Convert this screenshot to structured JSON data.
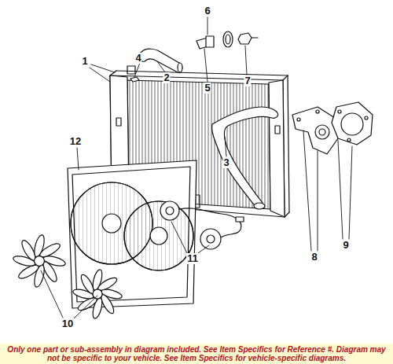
{
  "diagram": {
    "caption": "Only one part or sub-assembly in diagram included. See Item Specifics for Reference #. Diagram may not be specific to your vehicle. See Item Specifics for vehicle-specific diagrams.",
    "labels": [
      "6",
      "1",
      "4",
      "2",
      "5",
      "7",
      "3",
      "8",
      "9",
      "12",
      "11",
      "10"
    ]
  }
}
